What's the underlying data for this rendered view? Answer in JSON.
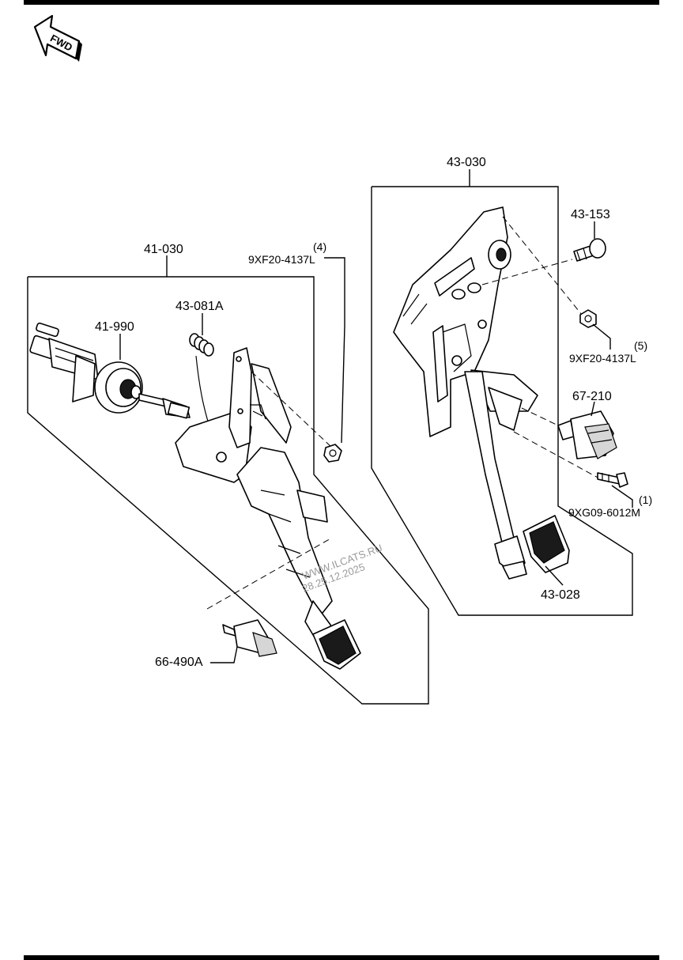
{
  "orientation": {
    "label": "FWD",
    "icon": "fwd-arrow-icon"
  },
  "parts": {
    "p41030": "41-030",
    "p41990": "41-990",
    "p43081a": "43-081A",
    "p66490a": "66-490A",
    "p43030": "43-030",
    "p43153": "43-153",
    "p67210": "67-210",
    "p43028": "43-028",
    "nut_left": {
      "qty": "(4)",
      "code": "9XF20-4137L"
    },
    "nut_right": {
      "qty": "(5)",
      "code": "9XF20-4137L"
    },
    "bolt_right": {
      "qty": "(1)",
      "code": "9XG09-6012M"
    }
  },
  "watermark": {
    "site": "WWW.ILCATS.RU",
    "date": "28.25.12.2025"
  },
  "colors": {
    "ink": "#000000",
    "paper": "#ffffff",
    "watermark": "#9a9a9a"
  }
}
